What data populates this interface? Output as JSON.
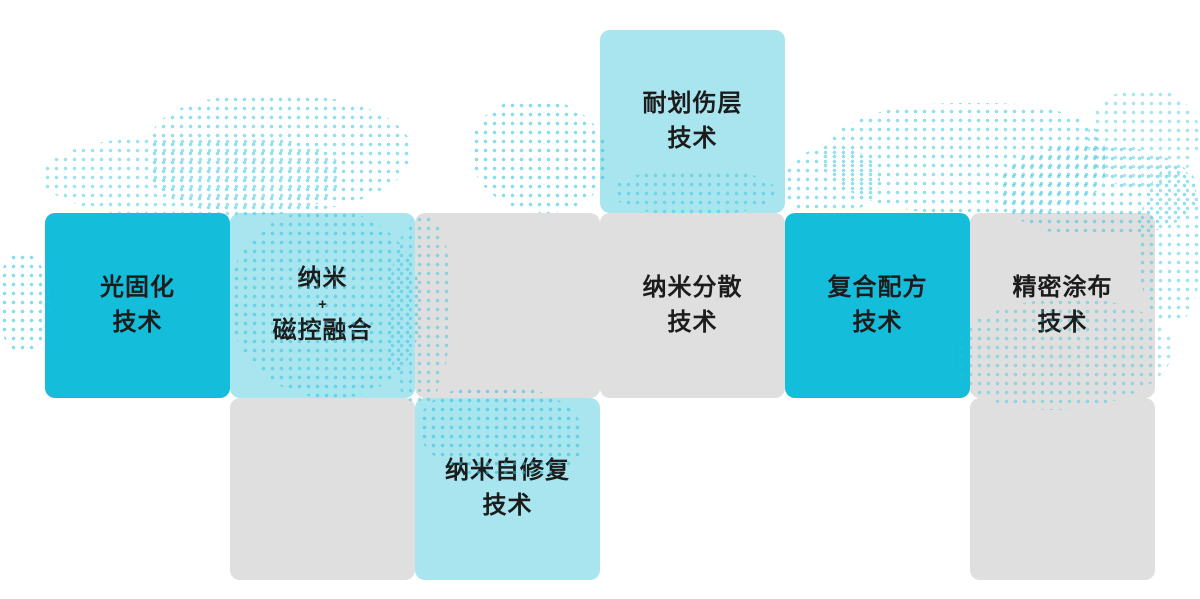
{
  "colors": {
    "accent": "#14bdda",
    "light_accent": "#a9e5ef",
    "tile_gray": "#dfdfdf",
    "text_dark": "#1c1c1c",
    "dot_color": "#2ac2de"
  },
  "tiles": {
    "scratch_resistant": {
      "label": "耐划伤层\n技术"
    },
    "photo_curing": {
      "label": "光固化\n技术"
    },
    "nano_magnetron": {
      "top": "纳米",
      "plus": "+",
      "bottom": "磁控融合"
    },
    "nano_dispersion": {
      "label": "纳米分散\n技术"
    },
    "composite_formula": {
      "label": "复合配方\n技术"
    },
    "precision_coating": {
      "label": "精密涂布\n技术"
    },
    "nano_self_healing": {
      "label": "纳米自修复\n技术"
    }
  }
}
